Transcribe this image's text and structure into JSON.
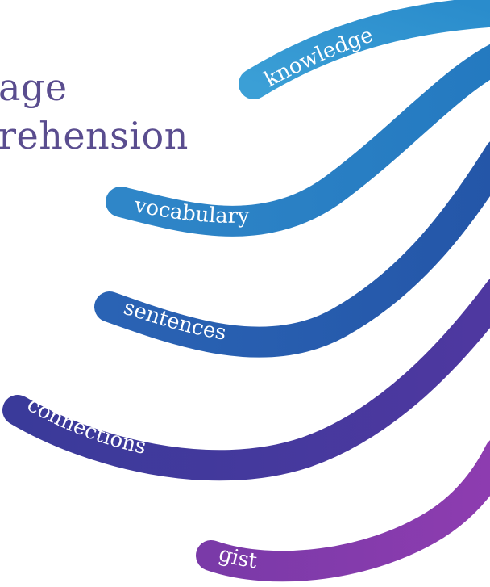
{
  "title": "age\nrehension",
  "colors": {
    "title": "#5a4d8f",
    "label": "#ffffff"
  },
  "ribbons": [
    {
      "label": "knowledge",
      "color_start": "#3b9fd6",
      "color_end": "#2a8ccc"
    },
    {
      "label": "vocabulary",
      "color_start": "#2f86c8",
      "color_end": "#2479c0"
    },
    {
      "label": "sentences",
      "color_start": "#2a63b4",
      "color_end": "#2456a8"
    },
    {
      "label": "connections",
      "color_start": "#3a3a9a",
      "color_end": "#4f38a0"
    },
    {
      "label": "gist",
      "color_start": "#7a3aa8",
      "color_end": "#8e3cb0"
    }
  ]
}
